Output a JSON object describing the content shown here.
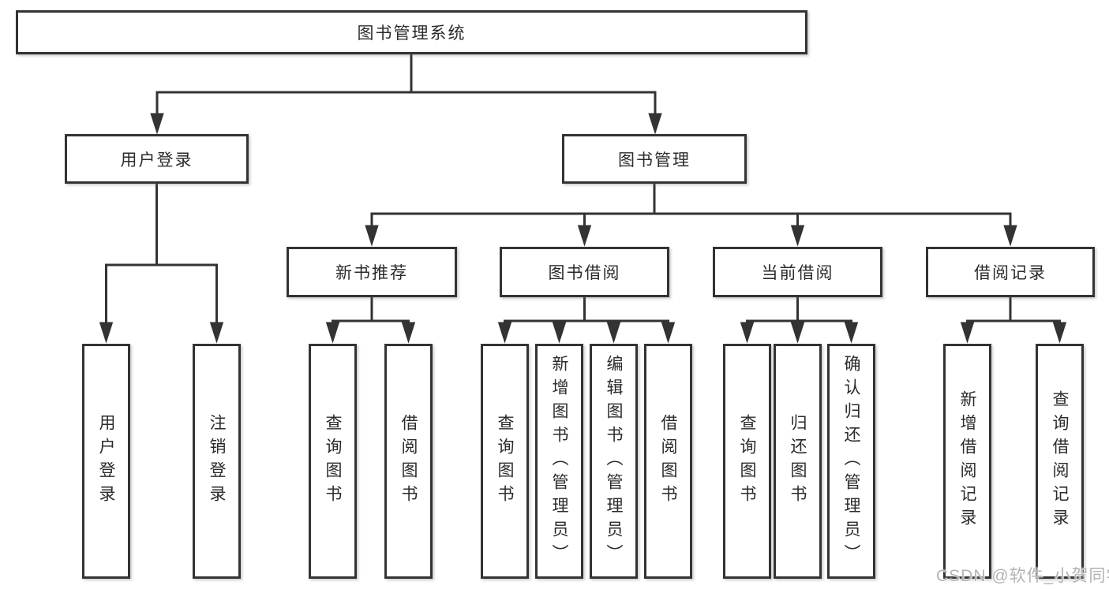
{
  "diagram": {
    "root": "图书管理系统",
    "level2": [
      {
        "label": "用户登录"
      },
      {
        "label": "图书管理"
      }
    ],
    "level3": [
      {
        "label": "新书推荐"
      },
      {
        "label": "图书借阅"
      },
      {
        "label": "当前借阅"
      },
      {
        "label": "借阅记录"
      }
    ],
    "leaves": {
      "user_login": [
        "用户登录",
        "注销登录"
      ],
      "new_book": [
        "查询图书",
        "借阅图书"
      ],
      "book_borrow": [
        "查询图书",
        "新增图书（管理员）",
        "编辑图书（管理员）",
        "借阅图书"
      ],
      "current_borrow": [
        "查询图书",
        "归还图书",
        "确认归还（管理员）"
      ],
      "borrow_record": [
        "新增借阅记录",
        "查询借阅记录"
      ]
    }
  },
  "watermark": "CSDN @软件_小贺同学",
  "colors": {
    "line": "#333333",
    "box_border": "#333333",
    "text": "#2b2b2b",
    "watermark": "#b3b3b3",
    "background": "#ffffff"
  }
}
